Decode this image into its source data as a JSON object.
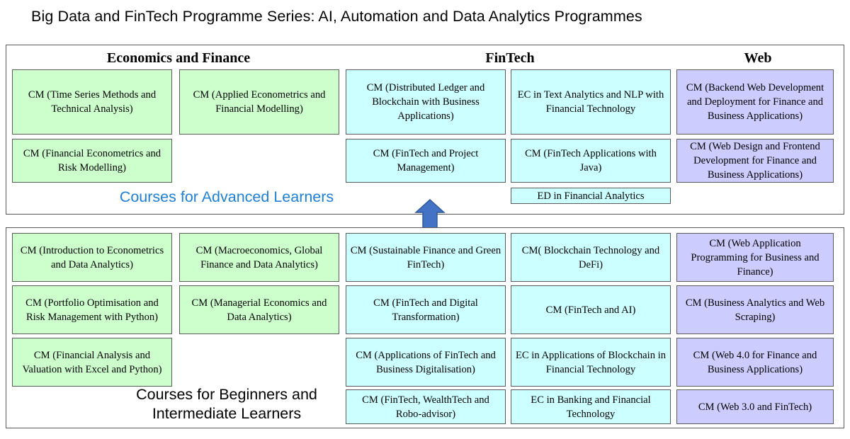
{
  "title": "Big Data and FinTech Programme Series: AI, Automation and Data Analytics Programmes",
  "colors": {
    "economics_finance": "#ccffcc",
    "fintech": "#ccffff",
    "web": "#ccccff",
    "advanced_caption": "#1f7fd4",
    "beginner_caption": "#000000",
    "arrow": "#4472c4",
    "border": "#5a5a5a"
  },
  "columns": {
    "economics": "Economics and Finance",
    "fintech": "FinTech",
    "web": "Web"
  },
  "sections": {
    "advanced": {
      "caption": "Courses for Advanced Learners",
      "economics_col_a": [
        "CM (Time Series Methods and Technical Analysis)",
        "CM (Financial Econometrics and Risk Modelling)"
      ],
      "economics_col_b": [
        "CM (Applied Econometrics and Financial Modelling)"
      ],
      "fintech_col_a": [
        "CM (Distributed Ledger and Blockchain with Business Applications)",
        "CM (FinTech and Project Management)"
      ],
      "fintech_col_b": [
        "EC in Text Analytics and NLP with Financial Technology",
        "CM (FinTech Applications with Java)",
        "ED in Financial Analytics"
      ],
      "web_col": [
        "CM (Backend Web Development and Deployment for Finance and Business Applications)",
        "CM (Web Design and Frontend Development for Finance and Business Applications)"
      ]
    },
    "beginner": {
      "caption_line1": "Courses for Beginners and",
      "caption_line2": "Intermediate Learners",
      "economics_col_a": [
        "CM (Introduction to Econometrics and Data Analytics)",
        "CM (Portfolio Optimisation and Risk Management with Python)",
        "CM (Financial Analysis and Valuation with Excel and Python)"
      ],
      "economics_col_b": [
        "CM (Macroeconomics, Global Finance and Data Analytics)",
        "CM (Managerial Economics and Data Analytics)"
      ],
      "fintech_col_a": [
        "CM (Sustainable Finance and Green FinTech)",
        "CM (FinTech and Digital Transformation)",
        "CM (Applications of FinTech and Business Digitalisation)",
        "CM (FinTech, WealthTech and Robo-advisor)"
      ],
      "fintech_col_b": [
        "CM( Blockchain Technology and DeFi)",
        "CM (FinTech and AI)",
        "EC in Applications of Blockchain in Financial Technology",
        "EC in Banking and Financial Technology"
      ],
      "web_col": [
        "CM (Web Application Programming for Business and Finance)",
        "CM (Business Analytics and Web Scraping)",
        "CM (Web 4.0 for Finance and Business Applications)",
        "CM (Web 3.0 and FinTech)"
      ]
    }
  },
  "arrow": {
    "name": "progression-arrow-up",
    "direction": "up"
  }
}
